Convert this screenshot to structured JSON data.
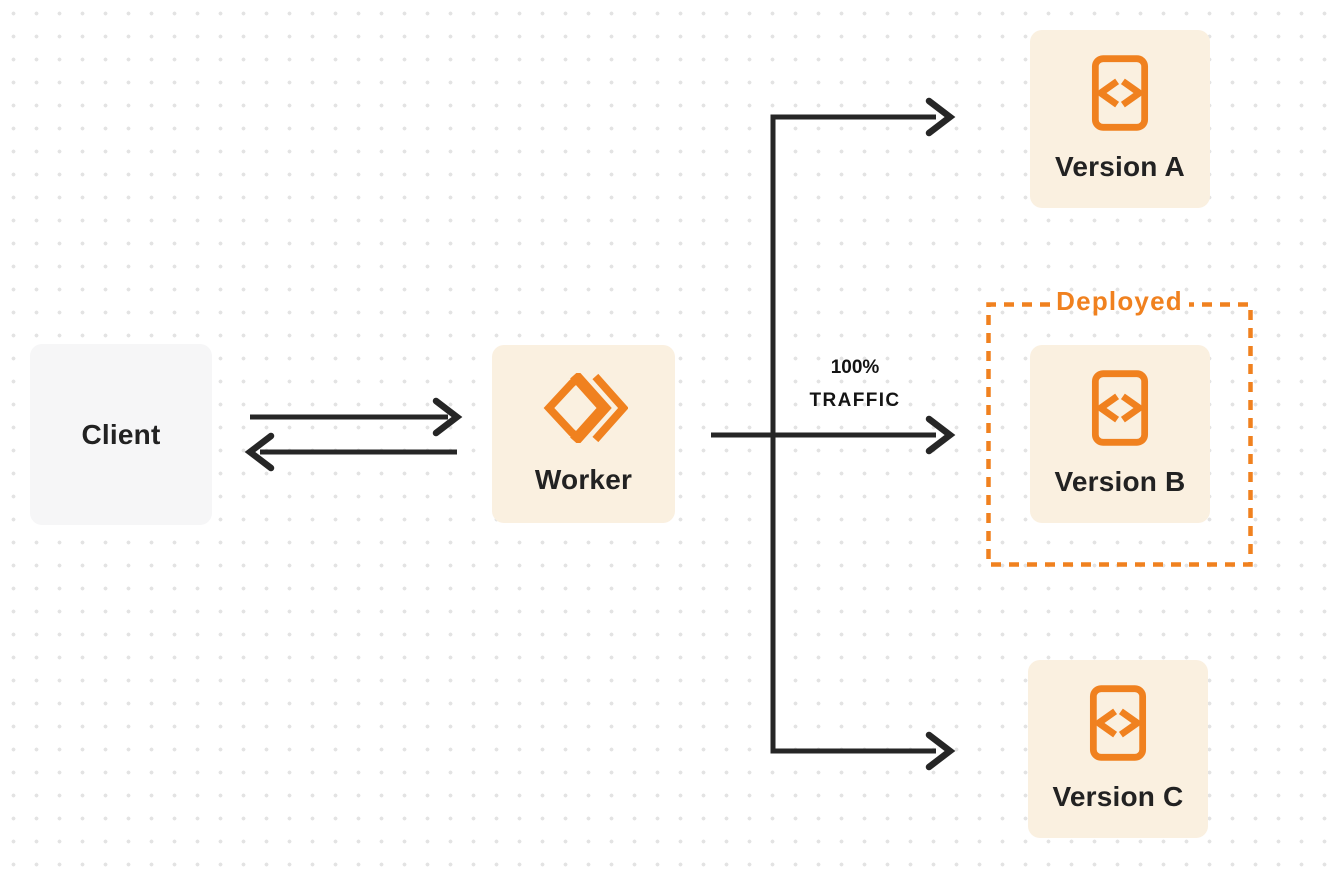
{
  "diagram": {
    "title": "worker-traffic-routing-diagram",
    "nodes": {
      "client": {
        "label": "Client"
      },
      "worker": {
        "label": "Worker",
        "icon": "workers-logo-icon"
      },
      "version_a": {
        "label": "Version A",
        "icon": "code-file-icon"
      },
      "version_b": {
        "label": "Version B",
        "icon": "code-file-icon"
      },
      "version_c": {
        "label": "Version C",
        "icon": "code-file-icon"
      }
    },
    "annotations": {
      "deployed": {
        "label": "Deployed"
      },
      "traffic": {
        "line1": "100%",
        "line2": "TRAFFIC"
      }
    },
    "edges": [
      {
        "from": "client",
        "to": "worker",
        "direction": "bidirectional"
      },
      {
        "from": "worker",
        "to": "version_a"
      },
      {
        "from": "worker",
        "to": "version_b",
        "label": "100% TRAFFIC"
      },
      {
        "from": "worker",
        "to": "version_c"
      }
    ],
    "colors": {
      "accent_orange": "#F0811F",
      "node_fill_cream": "#FAF0E0",
      "client_fill_gray": "#F6F6F7",
      "arrow_dark": "#262626",
      "text_dark": "#222222",
      "grid_dot": "#E3E3E3",
      "background": "#FFFFFF"
    }
  }
}
